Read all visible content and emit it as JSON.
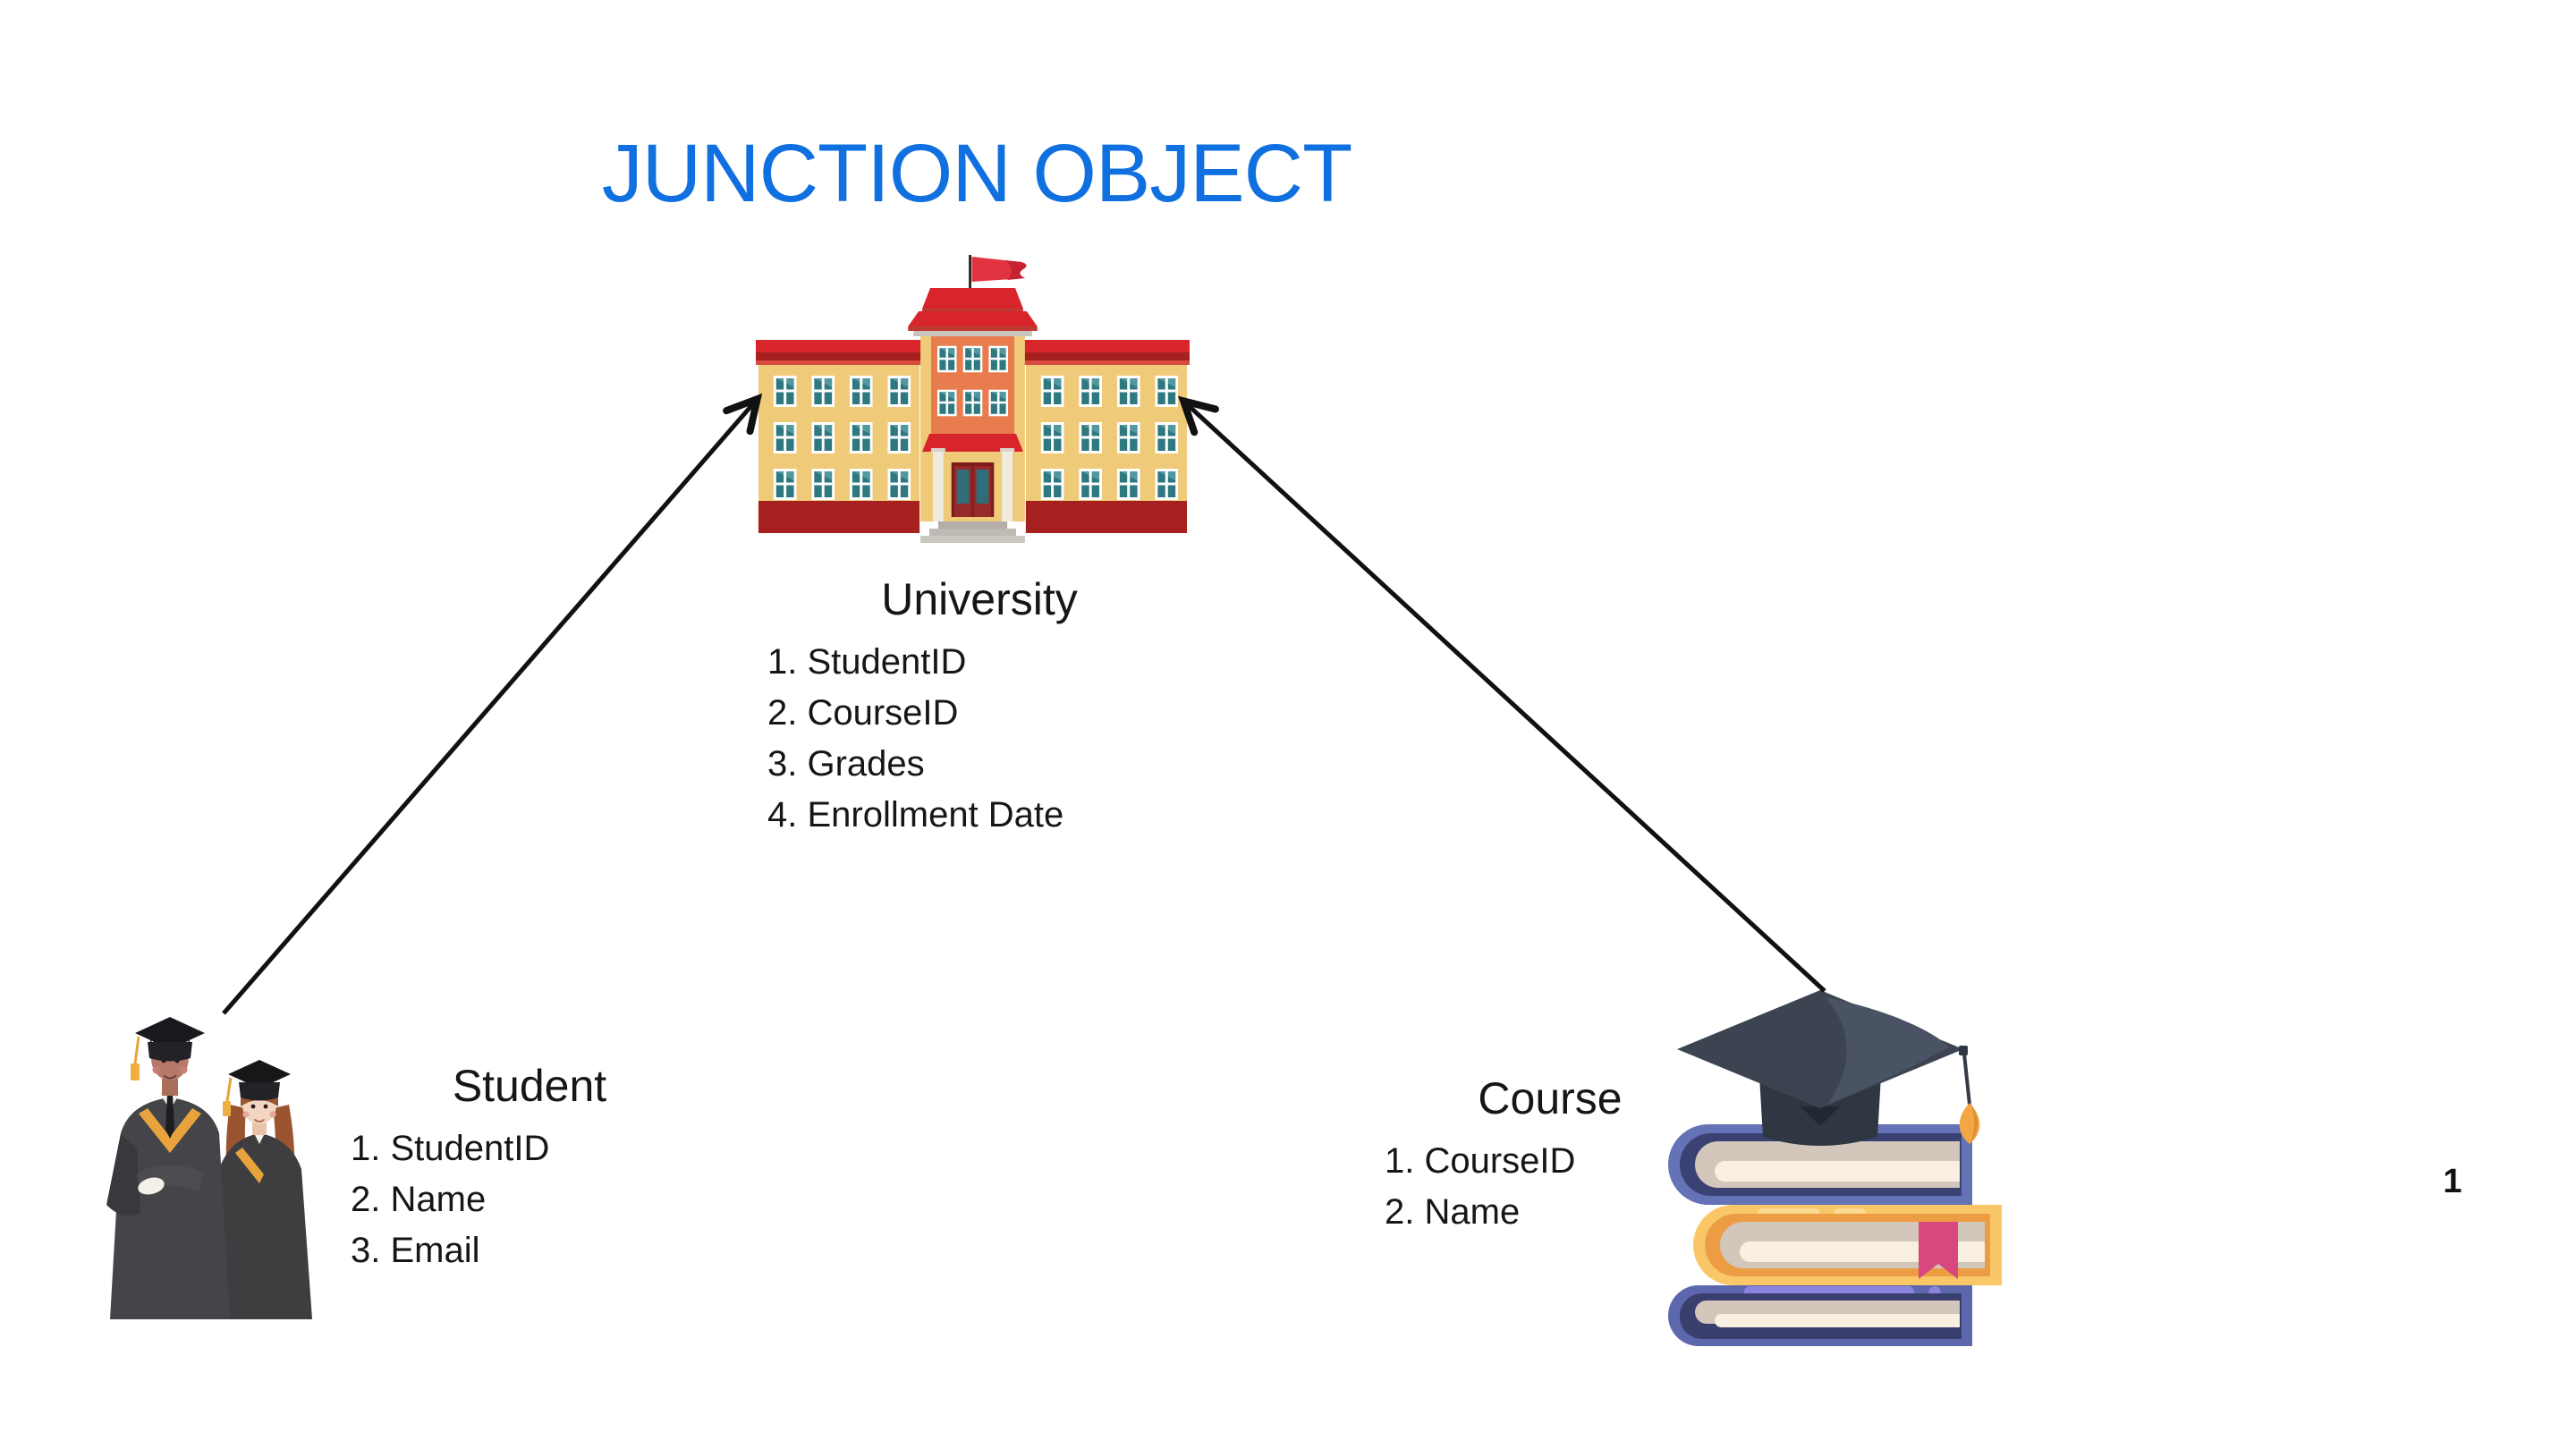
{
  "slide": {
    "title": "JUNCTION OBJECT",
    "title_color": "#1170E0",
    "background_color": "#FFFFFF",
    "arrow_color": "#111111",
    "page_number": "1"
  },
  "entities": {
    "university": {
      "name": "University",
      "fields": [
        "StudentID",
        "CourseID",
        "Grades",
        "Enrollment Date"
      ],
      "icon": "university-building-icon"
    },
    "student": {
      "name": "Student",
      "fields": [
        "StudentID",
        "Name",
        "Email"
      ],
      "icon": "graduates-icon"
    },
    "course": {
      "name": "Course",
      "fields": [
        "CourseID",
        "Name"
      ],
      "icon": "books-graduation-cap-icon"
    }
  },
  "relations": [
    {
      "from": "Student",
      "to": "University"
    },
    {
      "from": "Course",
      "to": "University"
    }
  ]
}
